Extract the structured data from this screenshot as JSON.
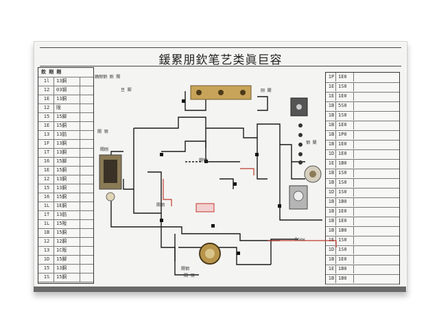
{
  "board": {
    "title": "鍰累朋欽笔艺类眞巨容"
  },
  "left_table": {
    "header": "飲 剛 剛",
    "rows": [
      [
        "1l",
        "13胴"
      ],
      [
        "12",
        "03钢"
      ],
      [
        "1E",
        "13胴"
      ],
      [
        "12",
        "阪"
      ],
      [
        "15",
        "15脚"
      ],
      [
        "1E",
        "15胴"
      ],
      [
        "13",
        "13肪"
      ],
      [
        "1F",
        "13胴"
      ],
      [
        "1T",
        "13胴"
      ],
      [
        "16",
        "15脚"
      ],
      [
        "1E",
        "15胴"
      ],
      [
        "12",
        "13胴"
      ],
      [
        "15",
        "13胴"
      ],
      [
        "16",
        "15胴"
      ],
      [
        "1L",
        "1E胴"
      ],
      [
        "1T",
        "13肪"
      ],
      [
        "1L",
        "15阪"
      ],
      [
        "1B",
        "15胴"
      ],
      [
        "12",
        "12胴"
      ],
      [
        "13",
        "1C阪"
      ],
      [
        "1D",
        "15脚"
      ],
      [
        "15",
        "13胴"
      ],
      [
        "1S",
        "15胴"
      ]
    ]
  },
  "right_table": {
    "rows": [
      [
        "1P",
        "1E0"
      ],
      [
        "1E",
        "1S0"
      ],
      [
        "1E",
        "1E0"
      ],
      [
        "1B",
        "5S0"
      ],
      [
        "1B",
        "1S0"
      ],
      [
        "1B",
        "1E0"
      ],
      [
        "1B",
        "1P0"
      ],
      [
        "1B",
        "1E0"
      ],
      [
        "1D",
        "1E0"
      ],
      [
        "1E",
        "1B0"
      ],
      [
        "1B",
        "1S0"
      ],
      [
        "1B",
        "1S0"
      ],
      [
        "1D",
        "1S0"
      ],
      [
        "1B",
        "1B0"
      ],
      [
        "1B",
        "1E0"
      ],
      [
        "1B",
        "1E0"
      ],
      [
        "1B",
        "1B0"
      ],
      [
        "1E",
        "1S0"
      ],
      [
        "1D",
        "1S0"
      ],
      [
        "1B",
        "1E0"
      ],
      [
        "1E",
        "1B0"
      ],
      [
        "1B",
        "1B0"
      ]
    ]
  },
  "diagram_labels": {
    "top_left": "踊剛钢 刚 閘",
    "top_mid": "豆 脚",
    "top_right": "刚 閘",
    "left_a": "閘 钢",
    "left_b": "閘刚",
    "mid_red": "閘钢",
    "mid_a": "閘钢",
    "bottom_left": "閘钢",
    "bottom_mid": "閘 钢",
    "bottom_right": "Bnew",
    "right_dots": "钢 閘"
  },
  "colors": {
    "wire": "#1a1a1a",
    "red_wire": "#c0392b",
    "brass": "#b8954a"
  }
}
